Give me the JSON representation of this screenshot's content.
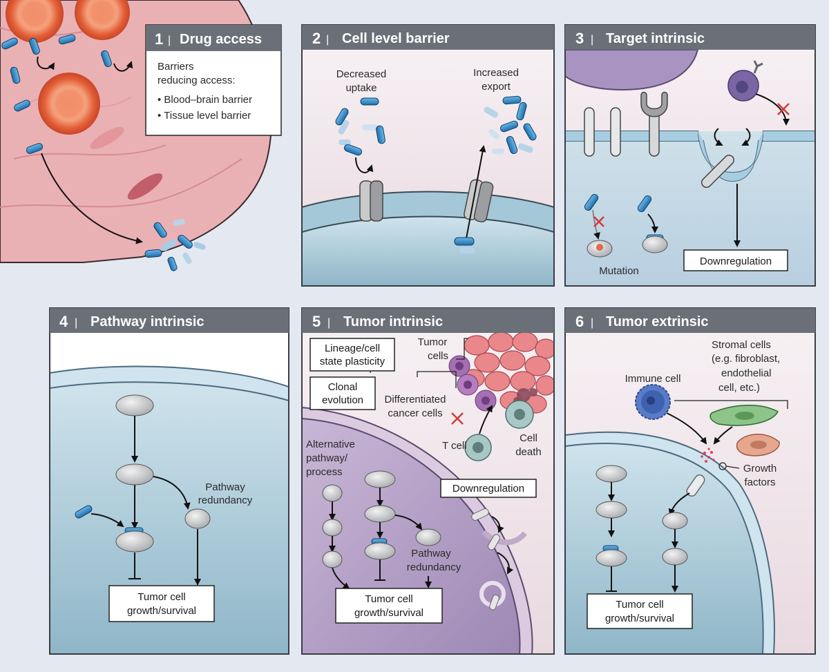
{
  "panels": [
    {
      "number": "1",
      "title": "Drug access"
    },
    {
      "number": "2",
      "title": "Cell level barrier"
    },
    {
      "number": "3",
      "title": "Target intrinsic"
    },
    {
      "number": "4",
      "title": "Pathway intrinsic"
    },
    {
      "number": "5",
      "title": "Tumor intrinsic"
    },
    {
      "number": "6",
      "title": "Tumor extrinsic"
    }
  ],
  "p1": {
    "intro_line1": "Barriers",
    "intro_line2": "reducing access:",
    "bullet1": "• Blood–brain barrier",
    "bullet2": "• Tissue level barrier"
  },
  "p2": {
    "uptake_line1": "Decreased",
    "uptake_line2": "uptake",
    "export_line1": "Increased",
    "export_line2": "export"
  },
  "p3": {
    "mutation": "Mutation",
    "downregulation": "Downregulation"
  },
  "p4": {
    "redundancy_line1": "Pathway",
    "redundancy_line2": "redundancy",
    "output_line1": "Tumor cell",
    "output_line2": "growth/survival"
  },
  "p5": {
    "plasticity_line1": "Lineage/cell",
    "plasticity_line2": "state plasticity",
    "clonal_line1": "Clonal",
    "clonal_line2": "evolution",
    "tumor_cells_line1": "Tumor",
    "tumor_cells_line2": "cells",
    "diff_line1": "Differentiated",
    "diff_line2": "cancer cells",
    "tcell": "T cell",
    "death_line1": "Cell",
    "death_line2": "death",
    "alt_line1": "Alternative",
    "alt_line2": "pathway/",
    "alt_line3": "process",
    "downregulation": "Downregulation",
    "redundancy_line1": "Pathway",
    "redundancy_line2": "redundancy",
    "output_line1": "Tumor cell",
    "output_line2": "growth/survival"
  },
  "p6": {
    "stromal_line1": "Stromal cells",
    "stromal_line2": "(e.g. fibroblast,",
    "stromal_line3": "endothelial",
    "stromal_line4": "cell, etc.)",
    "immune": "Immune cell",
    "growth_line1": "Growth",
    "growth_line2": "factors",
    "output_line1": "Tumor cell",
    "output_line2": "growth/survival"
  },
  "colors": {
    "header": "#6b6f78",
    "frame": "#3a3d44",
    "drug": "#2f86c8",
    "drug_light": "#a9cce6",
    "rbc": "#e8643c",
    "tissue": "#e7a7ab",
    "cell_body": "#a9cad8",
    "purple": "#a993c0"
  }
}
